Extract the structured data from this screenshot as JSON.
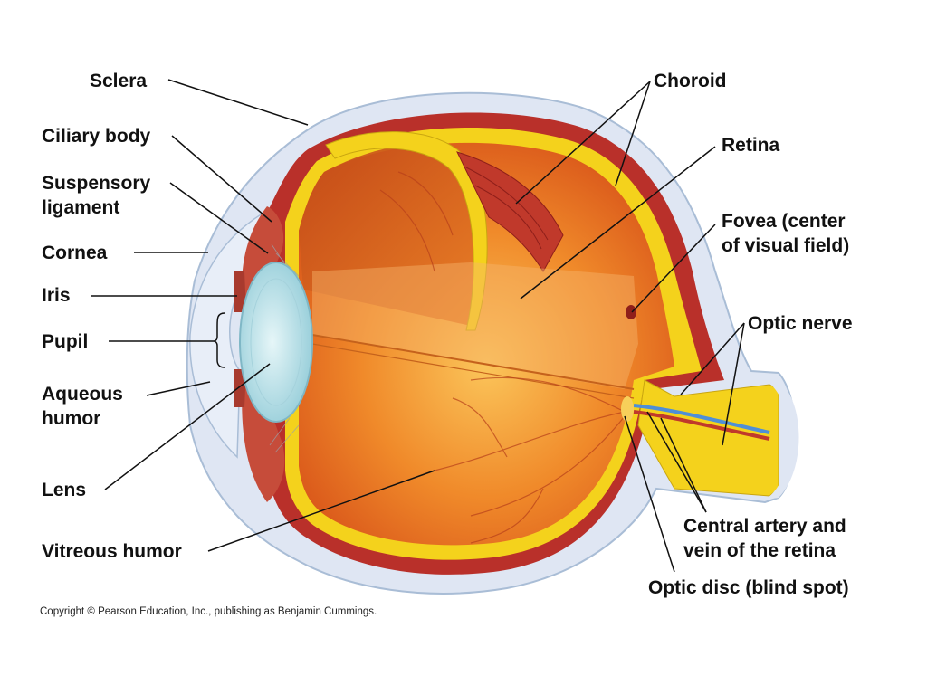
{
  "labels": {
    "sclera": "Sclera",
    "ciliary_body": "Ciliary body",
    "suspensory_ligament": [
      "Suspensory",
      "ligament"
    ],
    "cornea": "Cornea",
    "iris": "Iris",
    "pupil": "Pupil",
    "aqueous_humor": [
      "Aqueous",
      "humor"
    ],
    "lens": "Lens",
    "vitreous_humor": "Vitreous humor",
    "choroid": "Choroid",
    "retina": "Retina",
    "fovea": [
      "Fovea (center",
      "of visual field)"
    ],
    "optic_nerve": "Optic nerve",
    "central_artery": [
      "Central artery and",
      "vein of the retina"
    ],
    "optic_disc": "Optic disc (blind spot)"
  },
  "copyright": "Copyright © Pearson Education, Inc., publishing as Benjamin Cummings.",
  "colors": {
    "sclera": "#dfe6f3",
    "sclera_edge": "#a9bdd6",
    "choroid": "#b9302a",
    "retina": "#f4d21c",
    "vitreous": "#e8761e",
    "lens": "#bfe3ea",
    "leader_line": "#111111"
  }
}
